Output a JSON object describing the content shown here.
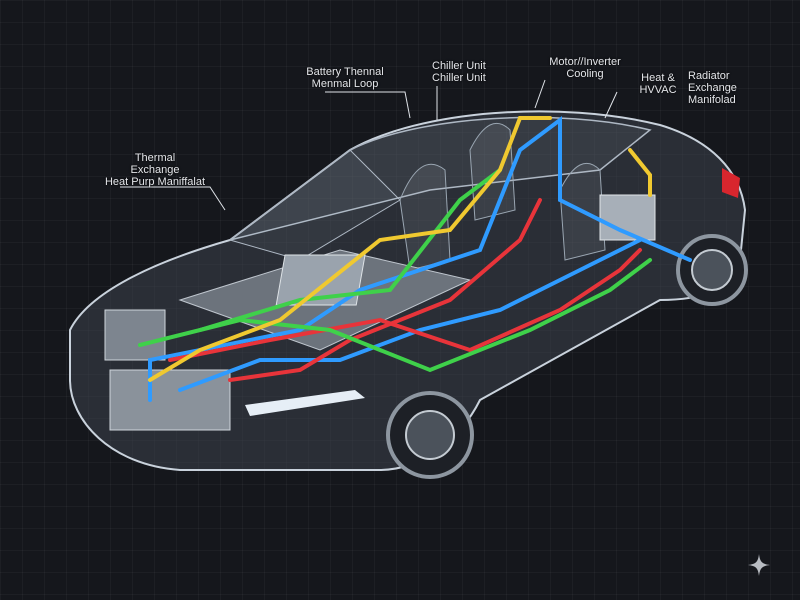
{
  "labels": {
    "battery_loop": [
      "Battery Thennal",
      "Menmal Loop"
    ],
    "chiller": [
      "Chiller Unit",
      "Chiller Unit"
    ],
    "motor_inverter": [
      "Motor//Inverter",
      "Cooling"
    ],
    "heat_hvac": [
      "Heat &",
      "HVVAC"
    ],
    "radiator": [
      "Radiator",
      "Exchange",
      "Manifolad"
    ],
    "heat_pump": [
      "Thermal",
      "Exchange",
      "Heat Purp Maniffalat"
    ]
  },
  "colors": {
    "background": "#15171c",
    "coolant_blue": "#2f9bff",
    "hot_red": "#e8343a",
    "green_loop": "#3fd14a",
    "yellow_loop": "#f0c930",
    "body_outline": "#c9d2dc"
  }
}
